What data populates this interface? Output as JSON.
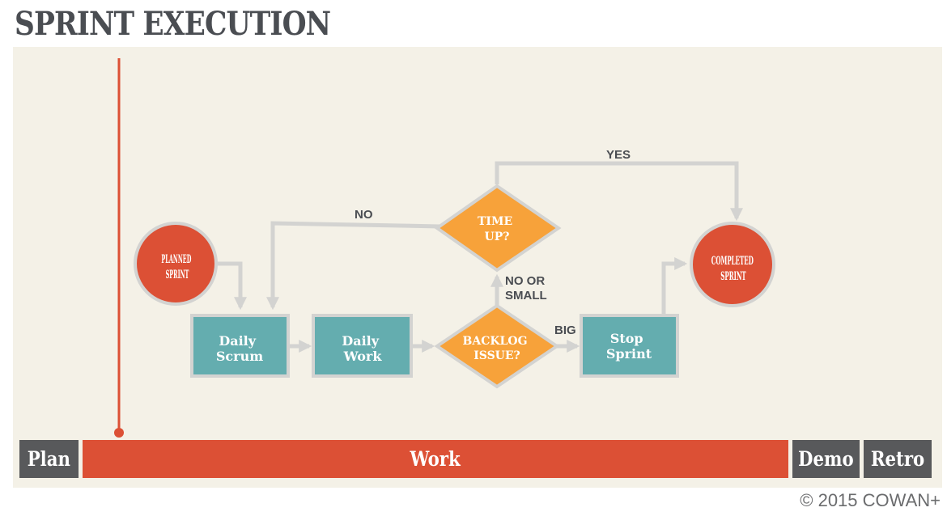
{
  "title": "SPRINT EXECUTION",
  "nodes": {
    "planned_sprint": [
      "PLANNED",
      "SPRINT"
    ],
    "daily_scrum": [
      "Daily",
      "Scrum"
    ],
    "daily_work": [
      "Daily",
      "Work"
    ],
    "backlog_issue": [
      "BACKLOG",
      "ISSUE?"
    ],
    "time_up": [
      "TIME",
      "UP?"
    ],
    "stop_sprint": [
      "Stop",
      "Sprint"
    ],
    "completed_sprint": [
      "COMPLETED",
      "SPRINT"
    ]
  },
  "edge_labels": {
    "no": "NO",
    "yes": "YES",
    "no_or_small": [
      "NO OR",
      "SMALL"
    ],
    "big": "BIG"
  },
  "timeline": {
    "plan": "Plan",
    "work": "Work",
    "demo": "Demo",
    "retro": "Retro"
  },
  "copyright": "© 2015 COWAN+",
  "colors": {
    "background": "#f4f1e7",
    "red": "#dc5035",
    "teal": "#64adaf",
    "orange": "#f7a23a",
    "connector": "#d3d3d1",
    "dark_gray": "#58595b"
  }
}
